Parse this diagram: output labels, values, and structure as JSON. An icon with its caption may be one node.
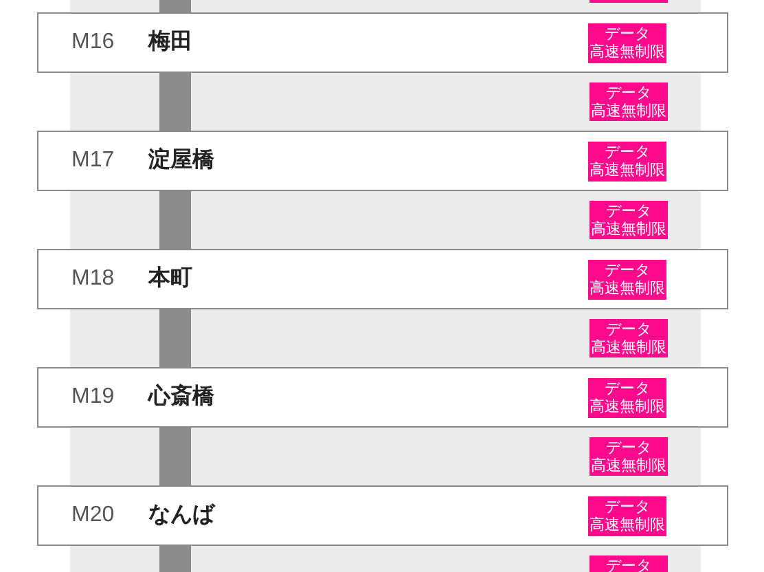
{
  "diagram": {
    "nodes": [
      {
        "text": [],
        "shape": "box"
      },
      {
        "text": [
          "M16",
          "梅田"
        ]
      },
      {
        "text": [
          "データ高速無制限"
        ],
        "in": 1
      },
      {
        "text": [
          "データ高速無制限"
        ]
      },
      {
        "text": [
          "M17",
          "淀屋橋"
        ]
      },
      {
        "text": [
          "データ高速無制限"
        ],
        "in": 4
      },
      {
        "text": [
          "データ高速無制限"
        ]
      },
      {
        "text": [
          "M18",
          "本町"
        ]
      },
      {
        "text": [
          "データ高速無制限"
        ],
        "in": 7
      },
      {
        "text": [
          "データ高速無制限"
        ]
      },
      {
        "text": [
          "M19",
          "心斎橋"
        ]
      },
      {
        "text": [
          "データ高速無制限"
        ],
        "in": 10
      },
      {
        "text": [
          "データ高速無制限"
        ]
      },
      {
        "text": [
          "M20",
          "なんば"
        ]
      },
      {
        "text": [
          "データ高速無制限"
        ],
        "in": 13
      },
      {
        "text": [
          "データ"
        ]
      }
    ],
    "edges": [
      {
        "from": null,
        "to": 1,
        "arrow": "none"
      },
      {
        "from": 1,
        "to": 4,
        "arrow": "none"
      },
      {
        "from": 4,
        "to": 7,
        "arrow": "none"
      },
      {
        "from": 7,
        "to": 10,
        "arrow": "none"
      },
      {
        "from": 10,
        "to": 13,
        "arrow": "none"
      },
      {
        "from": 13,
        "to": null,
        "arrow": "none"
      }
    ]
  }
}
